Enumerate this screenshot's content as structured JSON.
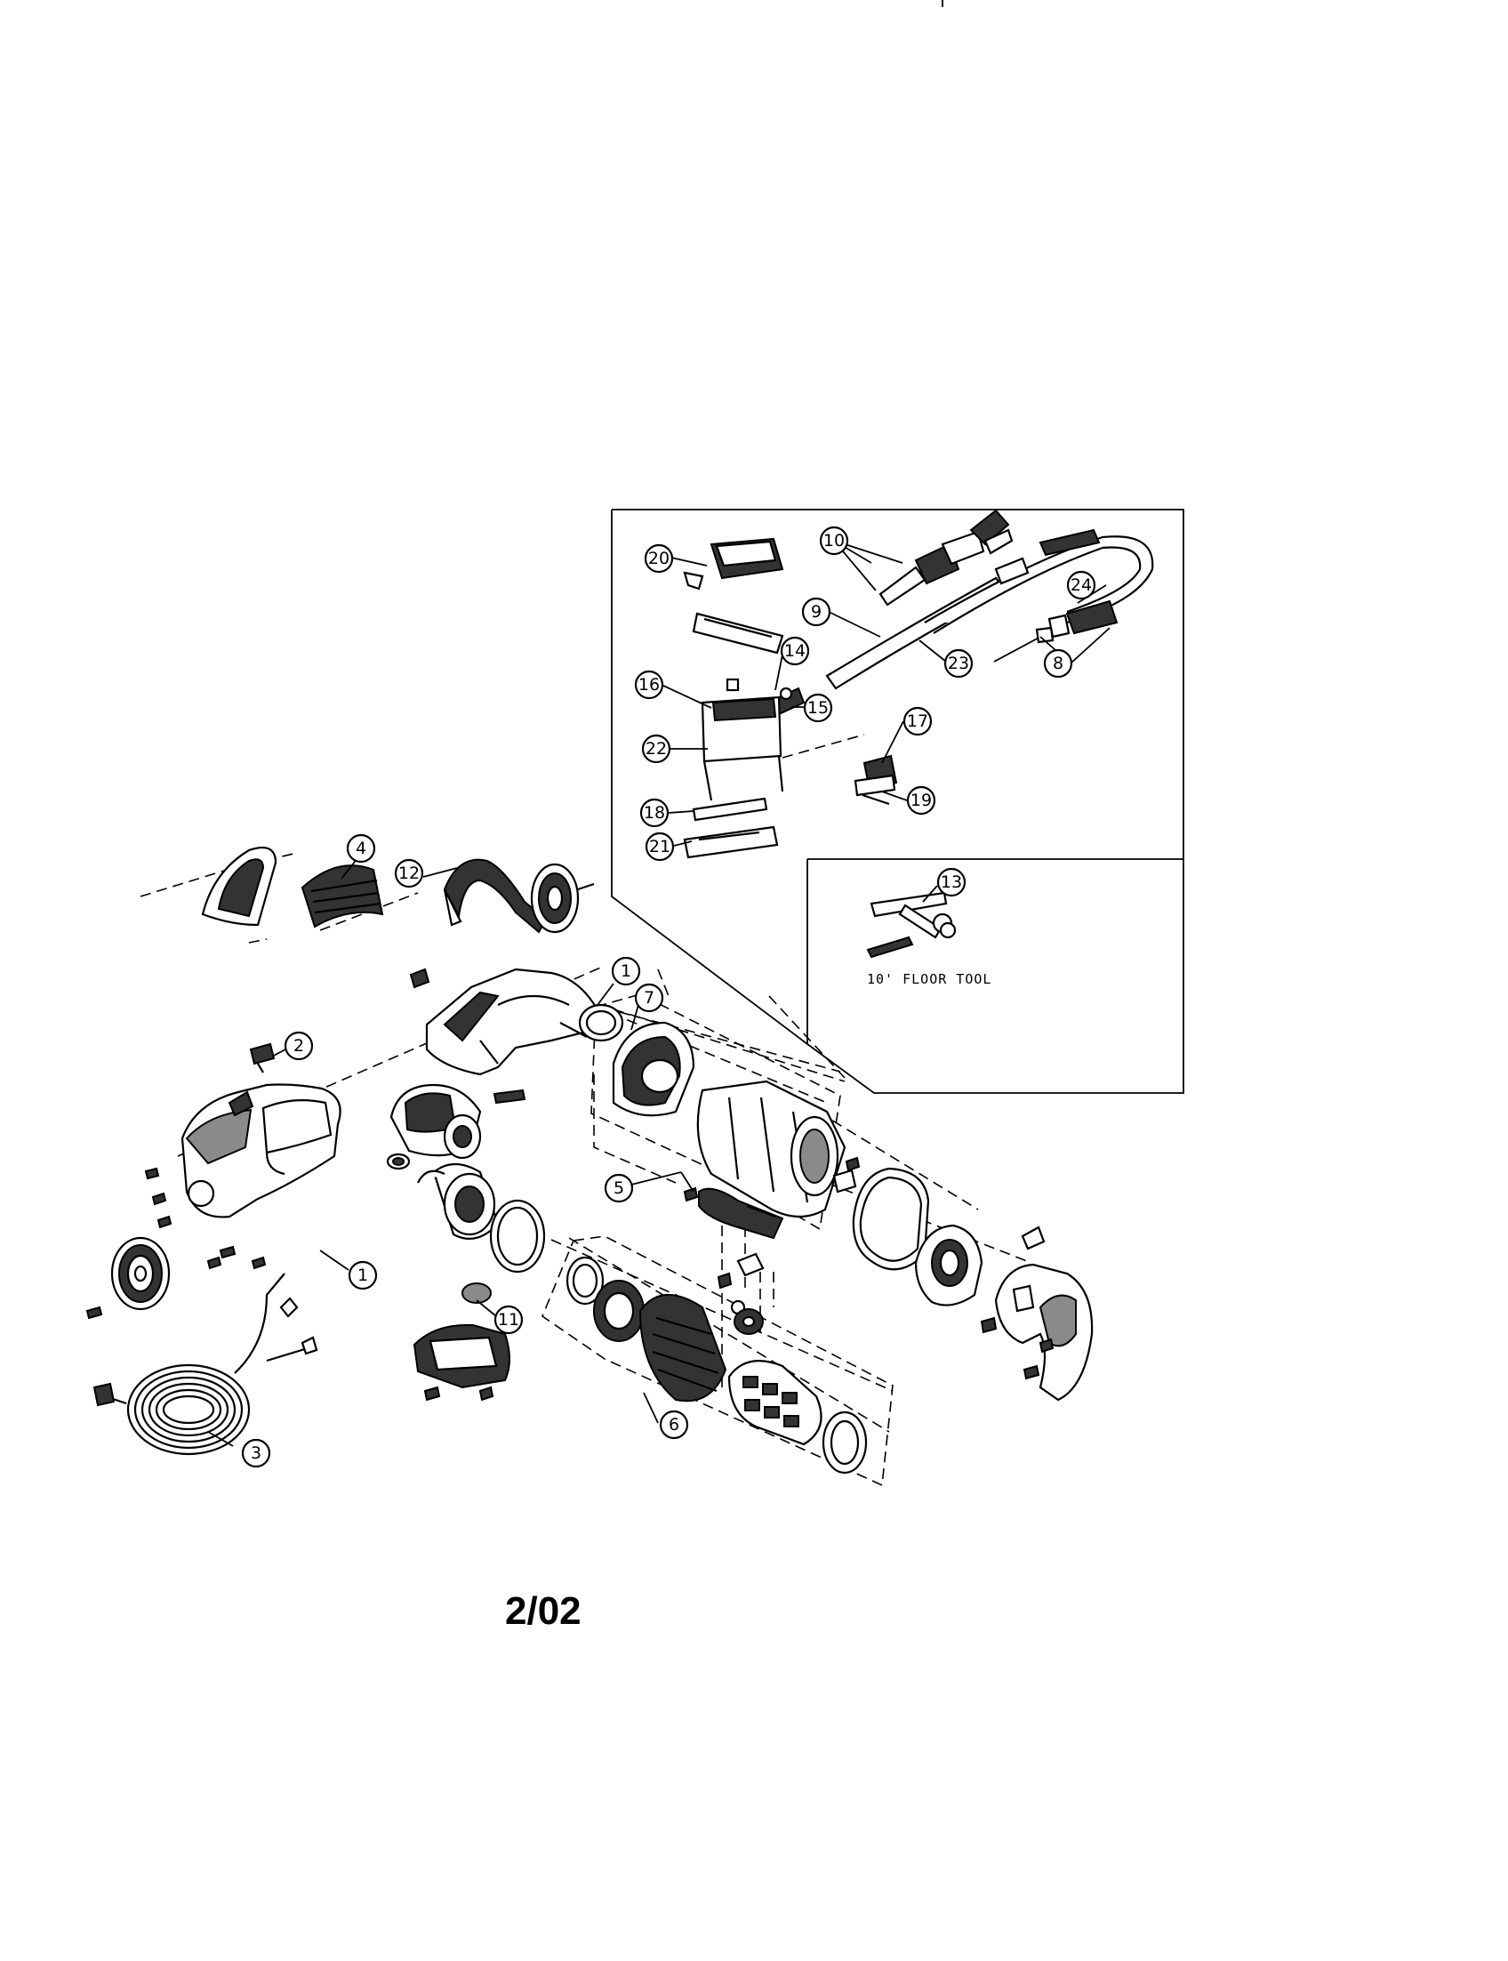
{
  "diagram": {
    "date_code": "2/02",
    "inset_caption": "10' FLOOR TOOL",
    "callouts": [
      "1",
      "1",
      "2",
      "3",
      "4",
      "5",
      "6",
      "7",
      "8",
      "9",
      "10",
      "11",
      "12",
      "13",
      "14",
      "15",
      "16",
      "17",
      "18",
      "19",
      "20",
      "21",
      "22",
      "23",
      "24"
    ]
  }
}
